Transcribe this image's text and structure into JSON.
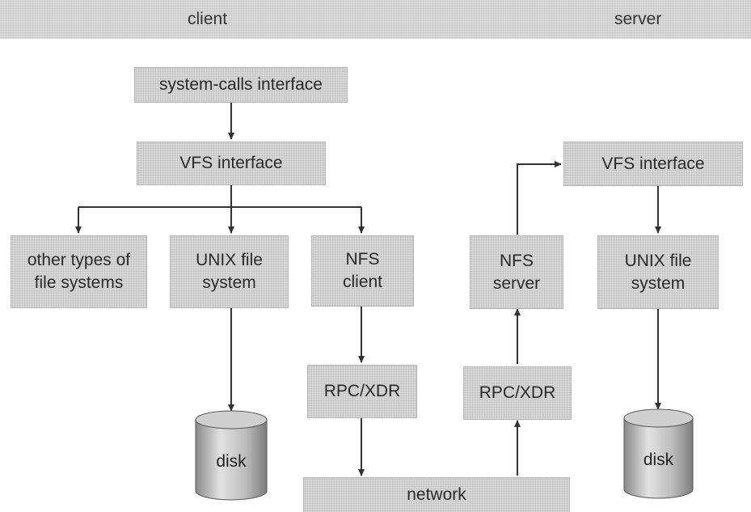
{
  "header": {
    "client_label": "client",
    "server_label": "server"
  },
  "client": {
    "system_calls_interface": "system-calls interface",
    "vfs_interface": "VFS interface",
    "other_fs": "other types of\nfile systems",
    "unix_fs": "UNIX file\nsystem",
    "nfs_client": "NFS\nclient",
    "rpc_xdr": "RPC/XDR",
    "disk": "disk"
  },
  "server": {
    "vfs_interface": "VFS interface",
    "nfs_server": "NFS\nserver",
    "unix_fs": "UNIX file\nsystem",
    "rpc_xdr": "RPC/XDR",
    "disk": "disk"
  },
  "network": {
    "label": "network"
  }
}
